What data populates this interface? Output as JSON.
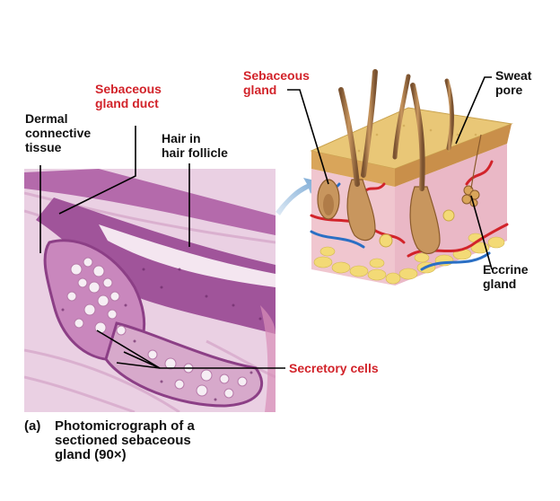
{
  "labels": {
    "sebaceous_gland_duct": "Sebaceous\ngland duct",
    "dermal_connective_tissue": "Dermal\nconnective\ntissue",
    "hair_in_follicle": "Hair in\nhair follicle",
    "sebaceous_gland": "Sebaceous\ngland",
    "sweat_pore": "Sweat\npore",
    "eccrine_gland": "Eccrine\ngland",
    "secretory_cells": "Secretory cells"
  },
  "caption": {
    "tag": "(a)",
    "text": "Photomicrograph of a\nsectioned sebaceous\ngland (90×)"
  },
  "colors": {
    "label_red": "#d2232a",
    "tissue_pink": "#e3b7d8",
    "stain_purple": "#a0549a",
    "hair_tan": "#c8965e",
    "epidermis": "#e9c777"
  }
}
